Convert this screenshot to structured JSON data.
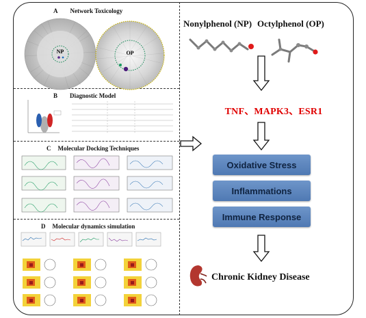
{
  "panels": [
    {
      "letter": "A",
      "title": "Network Toxicology"
    },
    {
      "letter": "B",
      "title": "Diagnostic Model"
    },
    {
      "letter": "C",
      "title": "Molecular Docking Techniques"
    },
    {
      "letter": "D",
      "title": "Molecular dynamics simulation"
    }
  ],
  "network": {
    "left_label": "NP",
    "right_label": "OP"
  },
  "compounds": {
    "np": "Nonylphenol (NP)",
    "op": "Octylphenol (OP)"
  },
  "genes": "TNF、MAPK3、ESR1",
  "mechanisms": [
    "Oxidative Stress",
    "Inflammations",
    "Immune Response"
  ],
  "outcome": "Chronic Kidney Disease",
  "colors": {
    "gene_text": "#e00000",
    "box_fill": "#5a82bc",
    "box_text": "#0f2340",
    "kidney": "#b3372f"
  },
  "icons": [
    "kidney-icon",
    "arrow-down-icon",
    "arrow-right-icon"
  ]
}
